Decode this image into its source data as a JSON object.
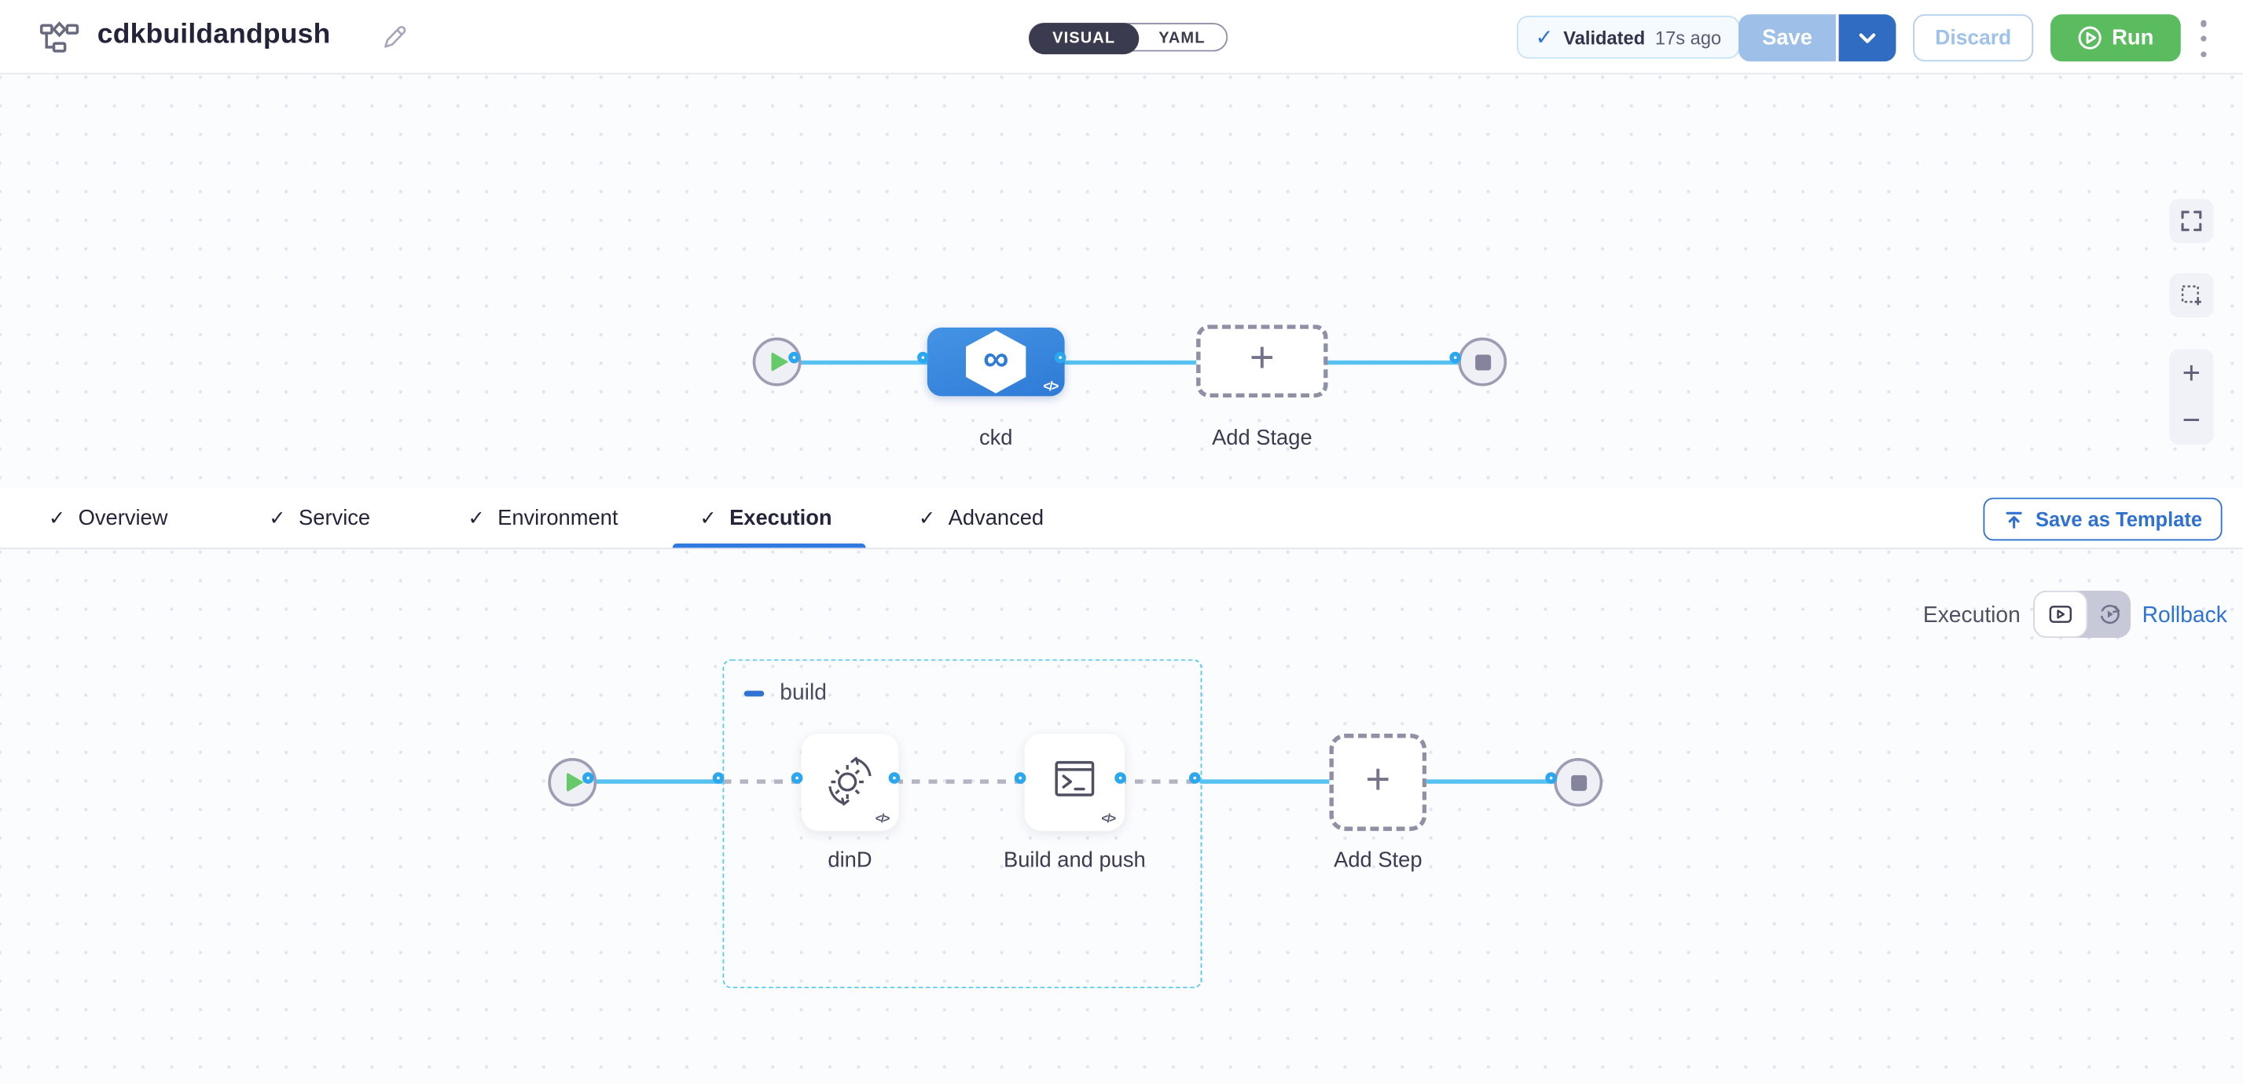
{
  "header": {
    "title": "cdkbuildandpush",
    "mode_toggle": {
      "visual": "VISUAL",
      "yaml": "YAML"
    },
    "validated": {
      "label": "Validated",
      "time": "17s ago"
    },
    "save_label": "Save",
    "discard_label": "Discard",
    "run_label": "Run"
  },
  "stage_canvas": {
    "stage_label": "ckd",
    "add_stage_label": "Add Stage"
  },
  "tabs": {
    "items": [
      {
        "label": "Overview"
      },
      {
        "label": "Service"
      },
      {
        "label": "Environment"
      },
      {
        "label": "Execution"
      },
      {
        "label": "Advanced"
      }
    ],
    "active": "Execution",
    "save_as_template_label": "Save as Template"
  },
  "execution": {
    "mode_label": "Execution",
    "rollback_label": "Rollback",
    "group_label": "build",
    "steps": [
      {
        "label": "dinD"
      },
      {
        "label": "Build and push"
      }
    ],
    "add_step_label": "Add Step"
  },
  "icons": {
    "check": "✓",
    "plus": "+",
    "infinity": "∞",
    "code": "</>"
  },
  "colors": {
    "accent_blue": "#2E72D2",
    "flow_blue": "#57C2F1",
    "stage_node_blue": "#3887DE",
    "save_disabled_blue": "#9DBFE8",
    "save_dropdown_blue": "#2F6CC2",
    "run_green": "#5ABB5F",
    "group_border_cyan": "#55C9F4",
    "dark_toggle": "#3A3B4F"
  }
}
